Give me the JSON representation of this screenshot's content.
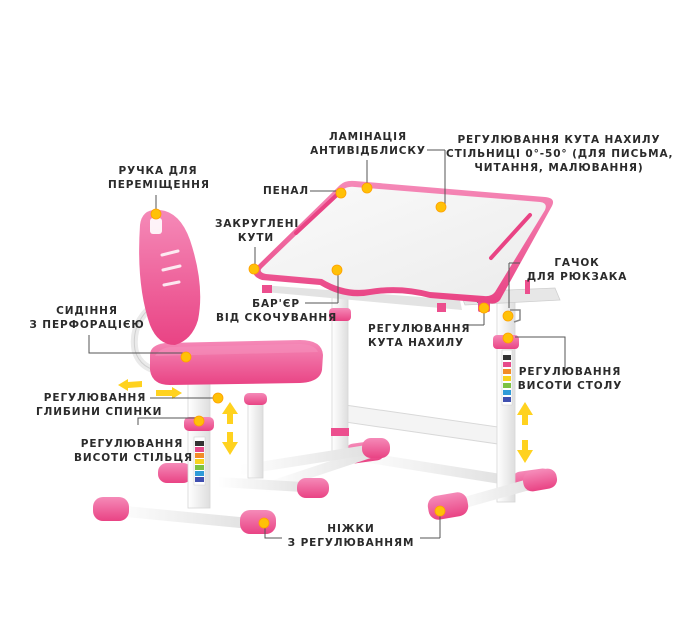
{
  "colors": {
    "pink": "#ec4f8e",
    "pink_light": "#f47ab0",
    "callout_dot": "#ffc107",
    "callout_dot_border": "#ffa000",
    "arrow_yellow": "#ffd21f",
    "frame_white": "#f2f2f2",
    "frame_shadow": "#d6d6d6",
    "line": "#444444",
    "text": "#2b2b2b"
  },
  "labels": {
    "lamination": {
      "line1": "ЛАМІНАЦІЯ",
      "line2": "АНТИВІДБЛИСКУ"
    },
    "tilt_tabletop": {
      "line1": "РЕГУЛЮВАННЯ КУТА НАХИЛУ",
      "line2": "СТІЛЬНИЦІ 0°-50° (ДЛЯ ПИСЬМА,",
      "line3": "ЧИТАННЯ, МАЛЮВАННЯ)"
    },
    "handle": {
      "line1": "РУЧКА ДЛЯ",
      "line2": "ПЕРЕМІЩЕННЯ"
    },
    "pencil_case": {
      "line1": "ПЕНАЛ"
    },
    "rounded_corners": {
      "line1": "ЗАКРУГЛЕНІ",
      "line2": "КУТИ"
    },
    "anti_slip_barrier": {
      "line1": "БАР'ЄР",
      "line2": "ВІД СКОЧУВАННЯ"
    },
    "backpack_hook": {
      "line1": "ГАЧОК",
      "line2": "ДЛЯ РЮКЗАКА"
    },
    "tilt_angle": {
      "line1": "РЕГУЛЮВАННЯ",
      "line2": "КУТА НАХИЛУ"
    },
    "perforated_seat": {
      "line1": "СИДІННЯ",
      "line2": "З ПЕРФОРАЦІЄЮ"
    },
    "desk_height": {
      "line1": "РЕГУЛЮВАННЯ",
      "line2": "ВИСОТИ СТОЛУ"
    },
    "back_depth": {
      "line1": "РЕГУЛЮВАННЯ",
      "line2": "ГЛИБИНИ СПИНКИ"
    },
    "chair_height": {
      "line1": "РЕГУЛЮВАННЯ",
      "line2": "ВИСОТИ СТІЛЬЦЯ"
    },
    "adjustable_legs": {
      "line1": "НІЖКИ",
      "line2": "З РЕГУЛЮВАННЯМ"
    }
  },
  "icons": {
    "callout_marker": "filled-yellow-circle",
    "height_arrows": "yellow-up-down-arrows",
    "depth_arrows": "yellow-left-right-arrows"
  }
}
